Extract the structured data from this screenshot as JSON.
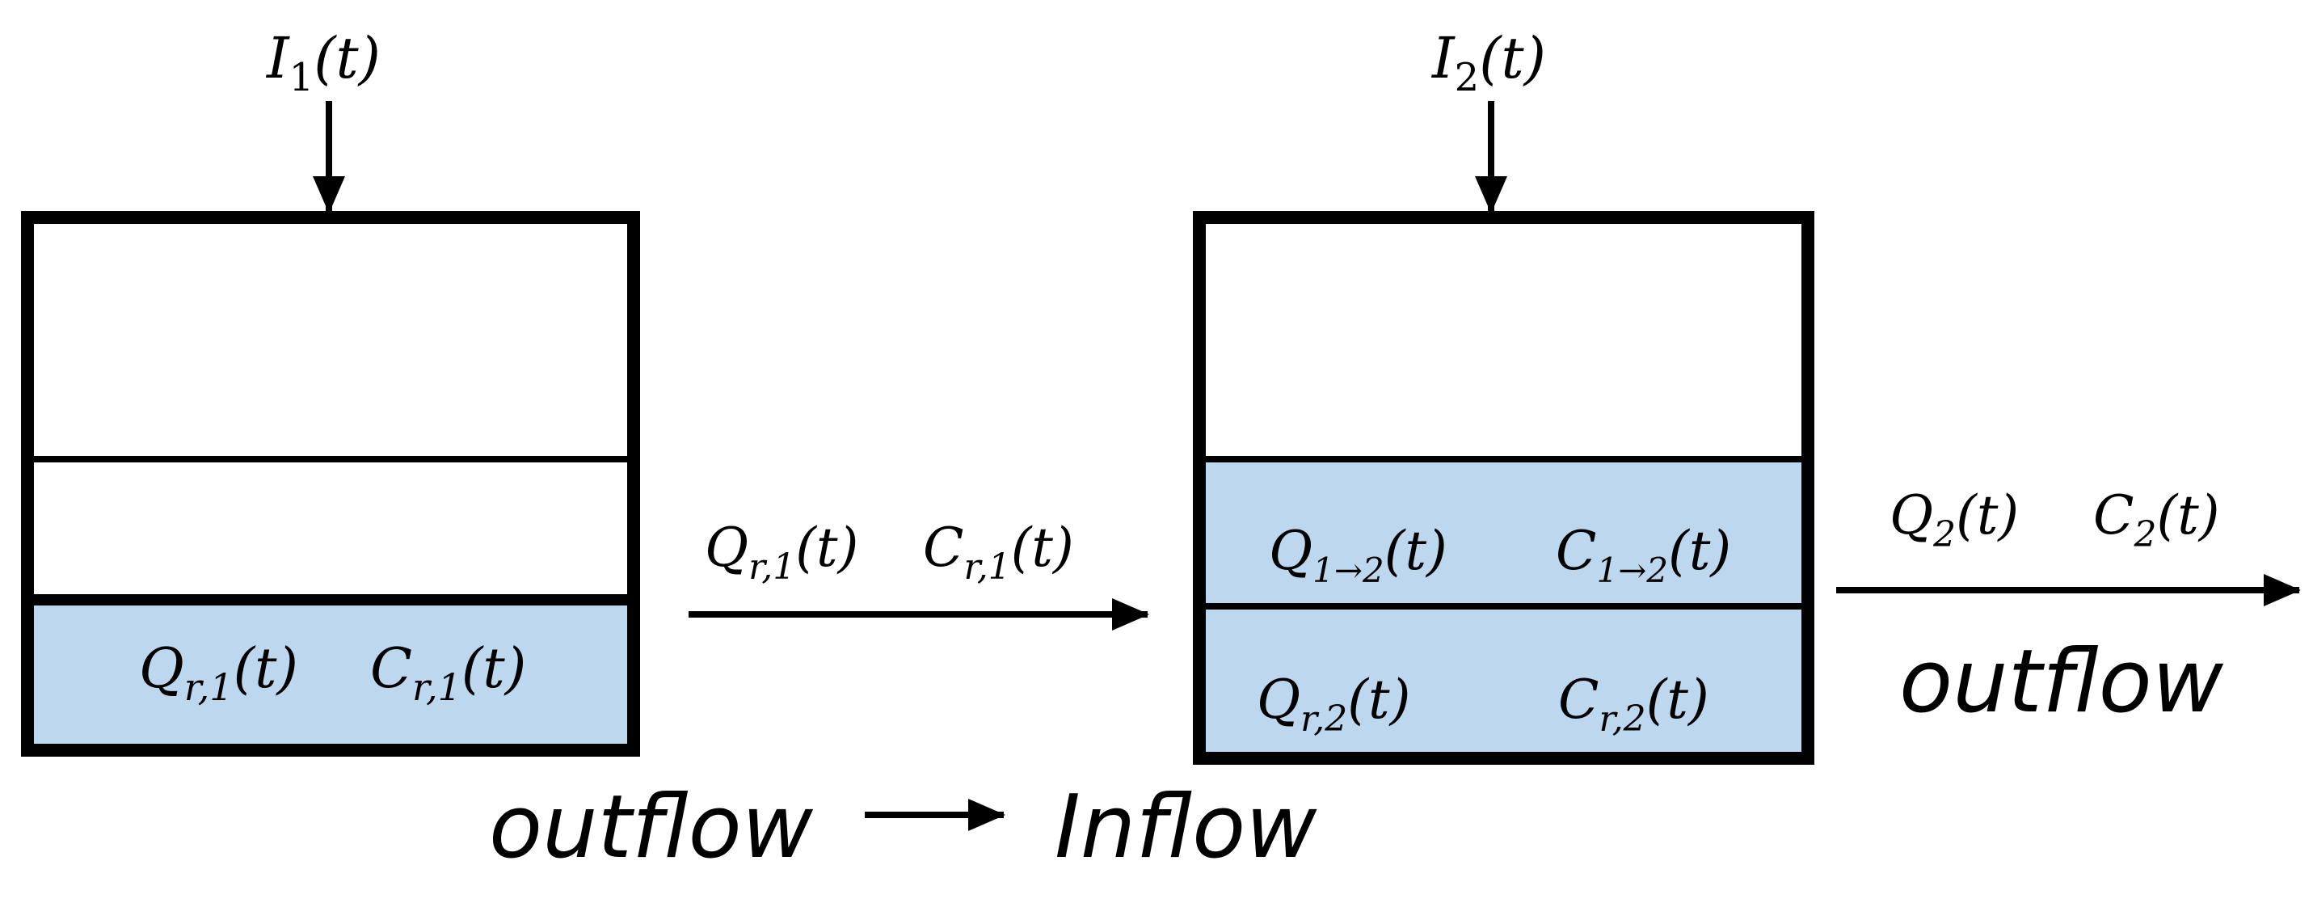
{
  "colors": {
    "stroke": "#000000",
    "fill_blue": "#BDD7EE",
    "background": "#FFFFFF"
  },
  "tank1": {
    "input_label": {
      "sym": "I",
      "sub": "1",
      "arg": "(t)"
    },
    "bottom_layer": {
      "q": {
        "sym": "Q",
        "sub": "r,1",
        "arg": "(t)"
      },
      "c": {
        "sym": "C",
        "sub": "r,1",
        "arg": "(t)"
      }
    }
  },
  "transfer": {
    "q": {
      "sym": "Q",
      "sub": "r,1",
      "arg": "(t)"
    },
    "c": {
      "sym": "C",
      "sub": "r,1",
      "arg": "(t)"
    }
  },
  "tank2": {
    "input_label": {
      "sym": "I",
      "sub": "2",
      "arg": "(t)"
    },
    "middle_layer": {
      "q": {
        "sym": "Q",
        "sub": "1→2",
        "arg": "(t)"
      },
      "c": {
        "sym": "C",
        "sub": "1→2",
        "arg": "(t)"
      }
    },
    "bottom_layer": {
      "q": {
        "sym": "Q",
        "sub": "r,2",
        "arg": "(t)"
      },
      "c": {
        "sym": "C",
        "sub": "r,2",
        "arg": "(t)"
      }
    }
  },
  "outlet": {
    "q": {
      "sym": "Q",
      "sub": "2",
      "arg": "(t)"
    },
    "c": {
      "sym": "C",
      "sub": "2",
      "arg": "(t)"
    },
    "caption": "outflow"
  },
  "bottom_caption": {
    "left": "outflow",
    "right": "Inflow"
  }
}
